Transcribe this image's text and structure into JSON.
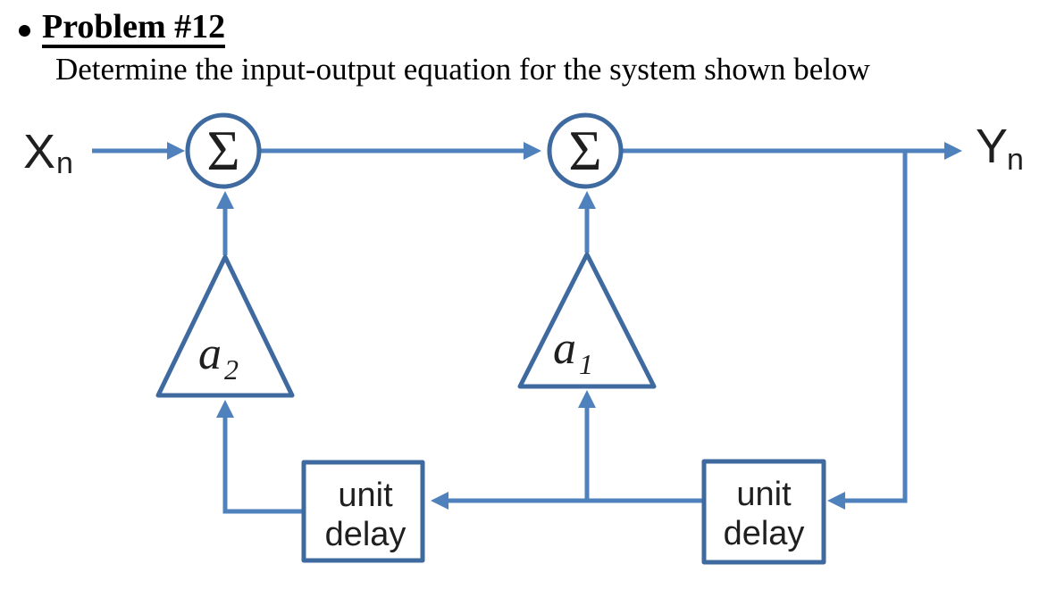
{
  "header": {
    "title": "Problem #12",
    "subtitle": "Determine the input-output equation for the system shown below"
  },
  "diagram": {
    "input_label": {
      "base": "X",
      "sub": "n"
    },
    "output_label": {
      "base": "Y",
      "sub": "n"
    },
    "summer_symbol": "Σ",
    "gains": {
      "left": {
        "base": "a",
        "sub": "2"
      },
      "right": {
        "base": "a",
        "sub": "1"
      }
    },
    "delays": {
      "left": {
        "line1": "unit",
        "line2": "delay"
      },
      "right": {
        "line1": "unit",
        "line2": "delay"
      }
    },
    "colors": {
      "connector": "#4f81bd",
      "shape-stroke": "#3f6a9f",
      "text": "#1f1f1f"
    }
  }
}
